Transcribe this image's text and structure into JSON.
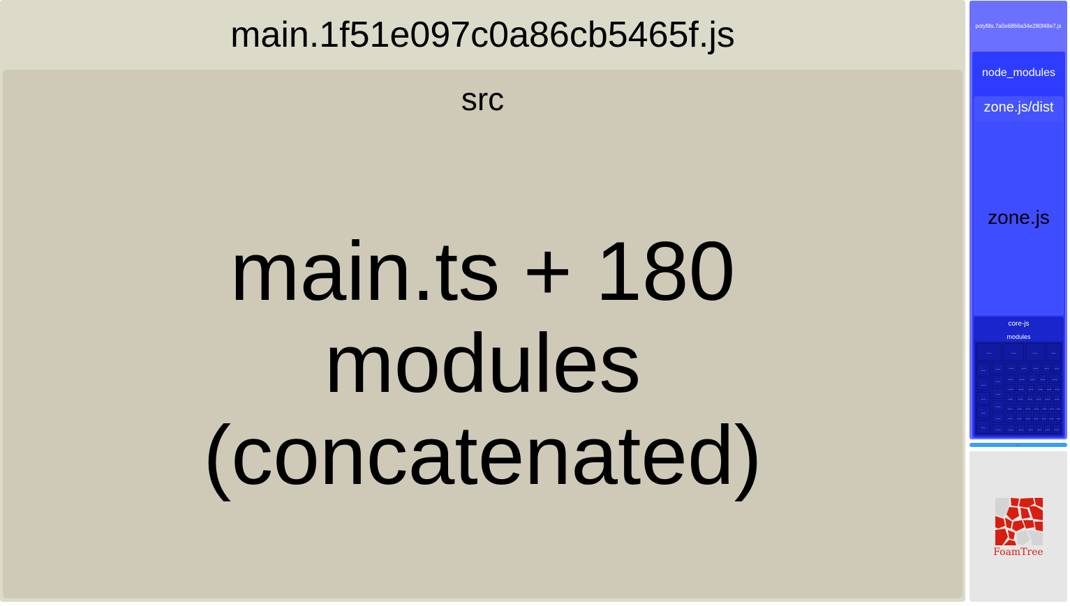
{
  "main_bundle": {
    "name": "main.1f51e097c0a86cb5465f.js",
    "color": "#dcdac9",
    "groups": [
      {
        "name": "src",
        "color": "#cfcab8",
        "children": [
          {
            "name_lines": [
              "main.ts + 180",
              "modules",
              "(concatenated)"
            ]
          }
        ]
      }
    ]
  },
  "polyfills_bundle": {
    "name": "polyfills.7a0e6866a34e280f48e7.js",
    "color": "#6b70ff",
    "groups": {
      "node_modules": "node_modules",
      "zone_dist": "zone.js/dist",
      "zone_file": "zone.js",
      "core_js": "core-js",
      "core_modules": "modules",
      "ellipsis": "..."
    }
  },
  "logo": {
    "text": "FoamTree",
    "color": "#d81e10"
  }
}
